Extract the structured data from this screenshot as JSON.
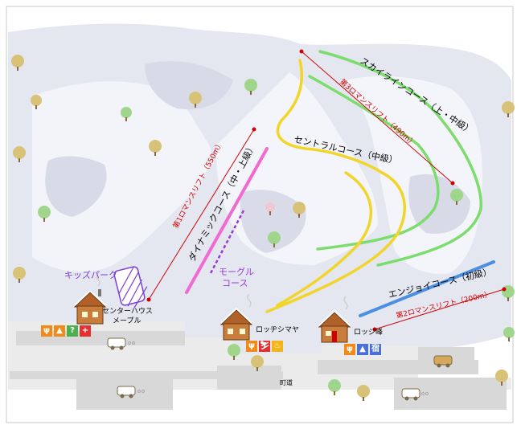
{
  "courses": {
    "skyline": "スカイラインコース（上・中級）",
    "central": "セントラルコース（中級）",
    "dynamic": "ダイナミックコース（中・上級）",
    "mogul_1": "モーグル",
    "mogul_2": "コース",
    "enjoy": "エンジョイコース（初級）",
    "kids": "キッズパーク"
  },
  "lifts": {
    "third": "第3ロマンスリフト（490m）",
    "first": "第1ロマンスリフト（550m）",
    "second": "第2ロマンスリフト（200m）"
  },
  "buildings": {
    "center_house_1": "センターハウス",
    "center_house_2": "メープル",
    "lodge_shimaya": "ロッヂシマヤ",
    "lodge_mine": "ロッジ峰"
  },
  "roads": {
    "road_label": "町道"
  },
  "colors": {
    "skyline": "#7ddc6e",
    "central": "#f2d52a",
    "dynamic": "#f06ad2",
    "mogul": "#9b3ad6",
    "enjoy": "#4a90e2",
    "lift": "#d00000",
    "kids": "#7a3fd6",
    "mountain": "#e4e6f0",
    "road": "#d8d8d8"
  },
  "facilities": {
    "center_house": [
      "restaurant-icon",
      "toilet-icon",
      "info-icon",
      "first-aid-icon"
    ],
    "lodge_shimaya": [
      "restaurant-icon",
      "rental-icon",
      "lodging-icon"
    ],
    "lodge_mine": [
      "restaurant-icon",
      "toilet-icon",
      "lodging-icon"
    ]
  }
}
